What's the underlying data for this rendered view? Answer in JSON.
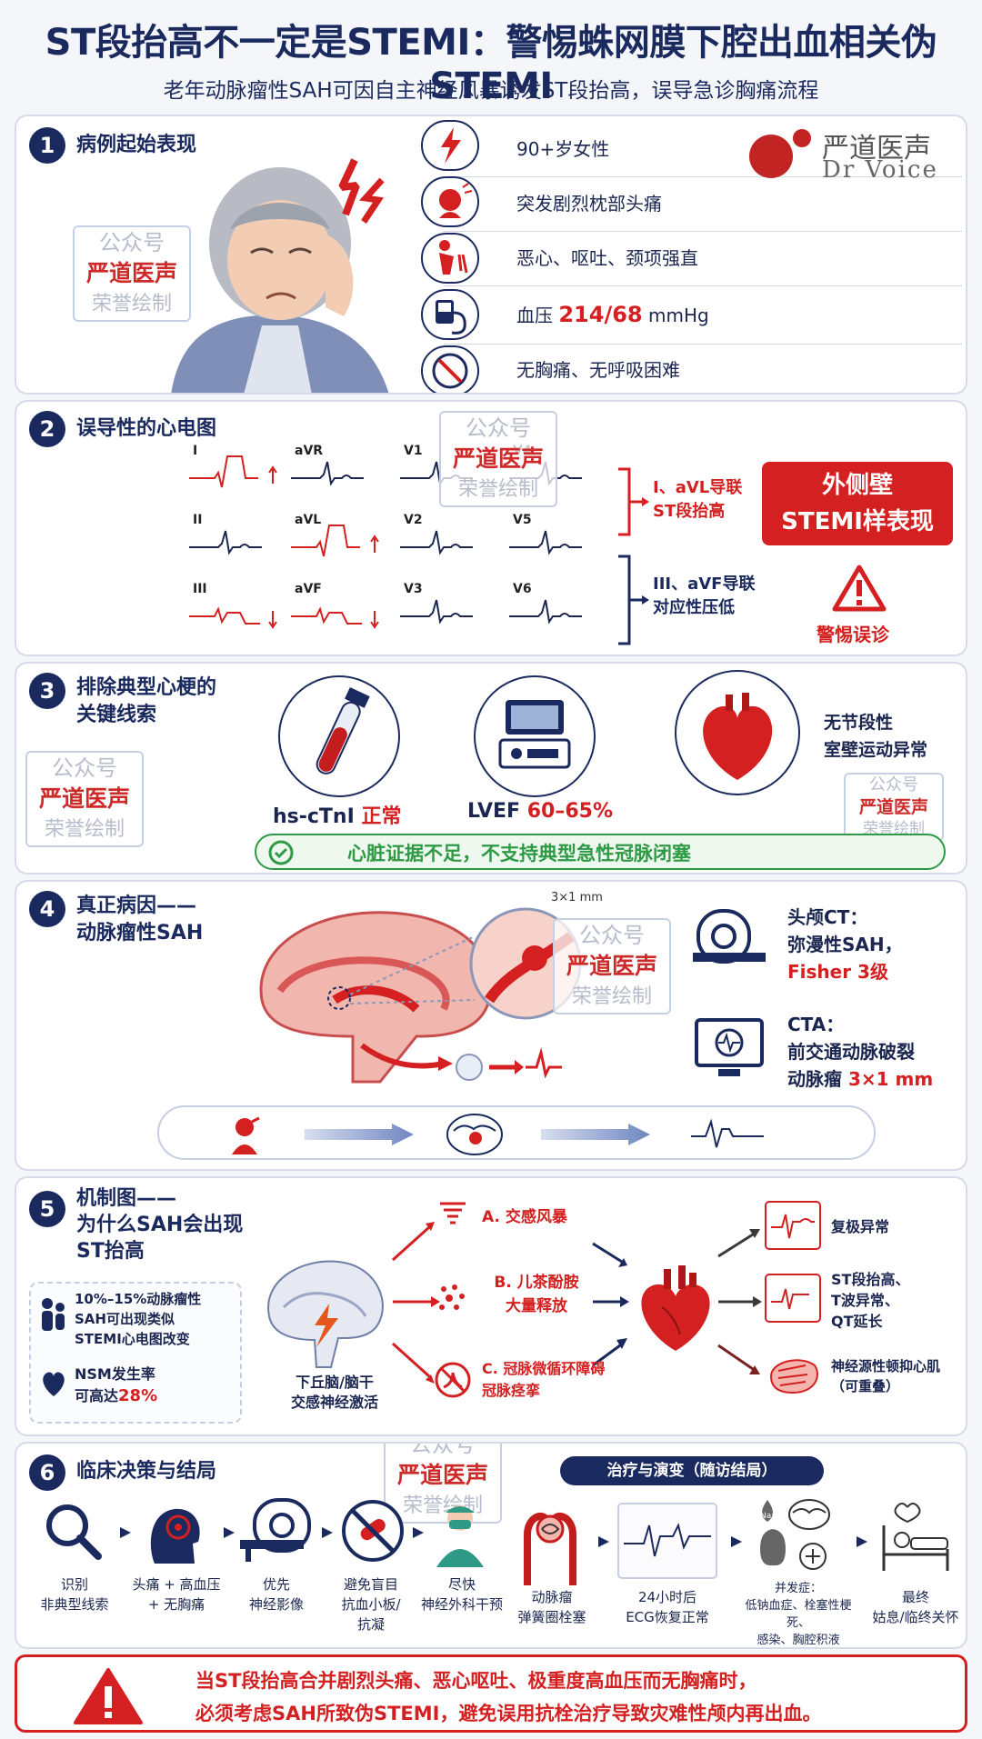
{
  "header": {
    "title": "ST段抬高不一定是STEMI：警惕蛛网膜下腔出血相关伪STEMI",
    "subtitle": "老年动脉瘤性SAH可因自主神经风暴诱发ST段抬高，误导急诊胸痛流程"
  },
  "logo": {
    "cn": "严道医声",
    "en": "Dr Voice"
  },
  "watermark": {
    "line1": "公众号",
    "line2": "严道医声",
    "line3": "荣誉绘制"
  },
  "sections": {
    "s1": {
      "num": "1",
      "title": "病例起始表现",
      "items": [
        {
          "icon": "lightning-icon",
          "text": "90+岁女性"
        },
        {
          "icon": "headache-icon",
          "text": "突发剧烈枕部头痛"
        },
        {
          "icon": "vomit-icon",
          "text": "恶心、呕吐、颈项强直"
        },
        {
          "icon": "bp-monitor-icon",
          "text_prefix": "血压 ",
          "bp": "214/68",
          "text_suffix": " mmHg"
        },
        {
          "icon": "no-chest-pain-icon",
          "text": "无胸痛、无呼吸困难"
        }
      ]
    },
    "s2": {
      "num": "2",
      "title": "误导性的心电图",
      "leads": [
        "I",
        "aVR",
        "V1",
        "V4",
        "II",
        "aVL",
        "V2",
        "V5",
        "III",
        "aVF",
        "V3",
        "V6"
      ],
      "elevation_note": "I、aVL导联\nST段抬高",
      "depression_note": "III、aVF导联\n对应性压低",
      "badge": "外侧壁\nSTEMI样表现",
      "warning": "警惕误诊"
    },
    "s3": {
      "num": "3",
      "title": "排除典型心梗的\n关键线索",
      "troponin_label": "hs-cTnI",
      "troponin_value": "正常",
      "lvef_label": "LVEF",
      "lvef_value": "60–65%",
      "wall_motion": "无节段性\n室壁运动异常",
      "conclusion": "心脏证据不足，不支持典型急性冠脉闭塞"
    },
    "s4": {
      "num": "4",
      "title": "真正病因——\n动脉瘤性SAH",
      "aneurysm_size_label": "3×1 mm",
      "ct_title": "头颅CT：",
      "ct_line": "弥漫性SAH，",
      "ct_grade": "Fisher 3级",
      "cta_title": "CTA：",
      "cta_line": "前交通动脉破裂",
      "cta_prefix": "动脉瘤 ",
      "cta_size": "3×1 mm"
    },
    "s5": {
      "num": "5",
      "title": "机制图——\n为什么SAH会出现\nST抬高",
      "stat1": "10%–15%动脉瘤性\nSAH可出现类似\nSTEMI心电图改变",
      "stat2_prefix": "NSM发生率\n可高达",
      "stat2_value": "28%",
      "brain_caption": "下丘脑/脑干\n交感神经激活",
      "mech_a": "A. 交感风暴",
      "mech_b": "B. 儿茶酚胺\n大量释放",
      "mech_c": "C. 冠脉微循环障碍\n冠脉痉挛",
      "out1": "复极异常",
      "out2": "ST段抬高、\nT波异常、\nQT延长",
      "out3": "神经源性顿抑心肌\n（可重叠）"
    },
    "s6": {
      "num": "6",
      "title": "临床决策与结局",
      "pill": "治疗与演变（随访结局）",
      "steps": [
        "识别\n非典型线索",
        "头痛 + 高血压\n+ 无胸痛",
        "优先\n神经影像",
        "避免盲目\n抗血小板/\n抗凝",
        "尽快\n神经外科干预"
      ],
      "outcomes": [
        "动脉瘤\n弹簧圈栓塞",
        "24小时后\nECG恢复正常",
        "并发症：\n低钠血症、栓塞性梗死、\n感染、胸腔积液",
        "最终\n姑息/临终关怀"
      ],
      "na_label": "Na⁺"
    },
    "footer": {
      "line1": "当ST段抬高合并剧烈头痛、恶心呕吐、极重度高血压而无胸痛时，",
      "line2": "必须考虑SAH所致伪STEMI，避免误用抗栓治疗导致灾难性颅内再出血。"
    }
  },
  "colors": {
    "navy": "#1b2a5e",
    "red": "#d42020",
    "green": "#2f9a45",
    "border": "#d5dbe8"
  }
}
